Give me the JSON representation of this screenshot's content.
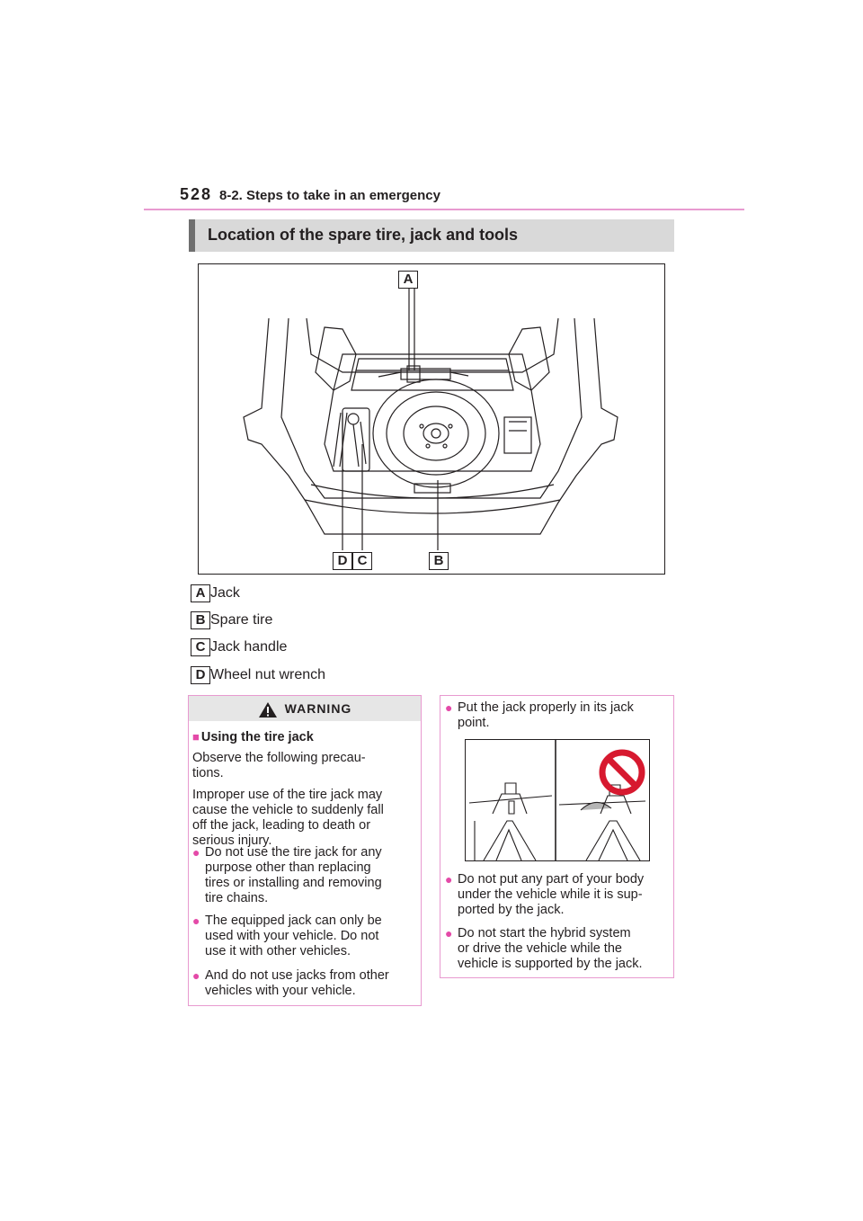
{
  "header": {
    "page_number": "528",
    "section": "8-2. Steps to take in an emergency"
  },
  "heading": "Location of the spare tire, jack and tools",
  "figure_callouts": {
    "a": "A",
    "b": "B",
    "c": "C",
    "d": "D"
  },
  "legend": [
    {
      "letter": "A",
      "text": "Jack"
    },
    {
      "letter": "B",
      "text": "Spare tire"
    },
    {
      "letter": "C",
      "text": "Jack handle"
    },
    {
      "letter": "D",
      "text": "Wheel nut wrench"
    }
  ],
  "warning": {
    "title": "WARNING",
    "subheading": "Using the tire jack",
    "intro_line1": "Observe the following precau-",
    "intro_line2": "tions.",
    "para_lines": [
      "Improper use of the tire jack may",
      "cause the vehicle to suddenly fall",
      "off the jack, leading to death or",
      "serious injury."
    ],
    "bullets_left": [
      [
        "Do not use the tire jack for any",
        "purpose other than replacing",
        "tires or installing and removing",
        "tire chains."
      ],
      [
        "The equipped jack can only be",
        "used with your vehicle. Do not",
        "use it with other vehicles."
      ],
      [
        "And do not use jacks from other",
        "vehicles with your vehicle."
      ]
    ],
    "bullets_right": [
      [
        "Put the jack properly in its jack",
        "point."
      ],
      [
        "Do not put any part of your body",
        "under the vehicle while it is sup-",
        "ported by the jack."
      ],
      [
        "Do not start the hybrid system",
        "or drive the vehicle while the",
        "vehicle is supported by the jack."
      ]
    ]
  },
  "colors": {
    "accent_pink": "#e89ad0",
    "bullet_pink": "#e44aa8",
    "prohibition_red": "#d7192f"
  }
}
